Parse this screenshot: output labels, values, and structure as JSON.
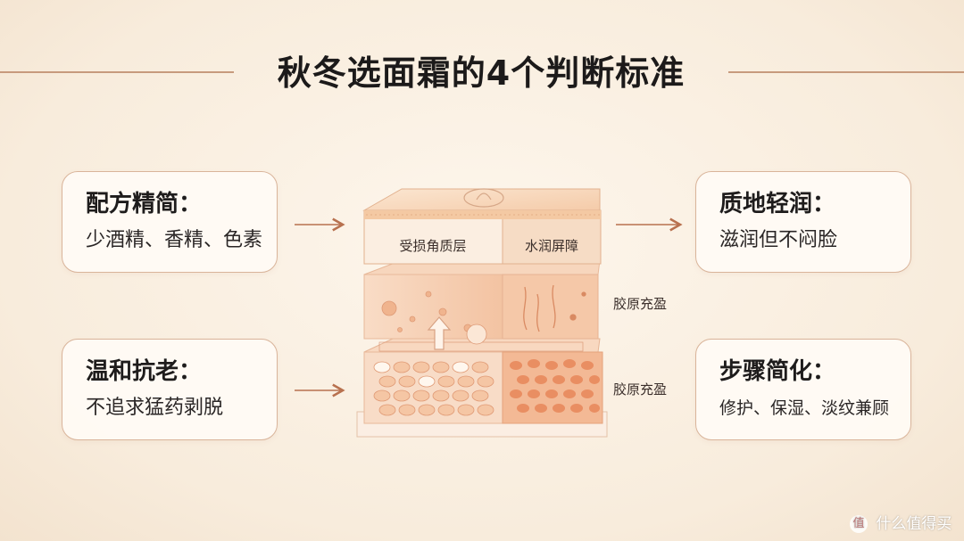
{
  "title": "秋冬选面霜的4个判断标准",
  "cards": {
    "tl": {
      "heading": "配方精简：",
      "body": "少酒精、香精、色素"
    },
    "bl": {
      "heading": "温和抗老：",
      "body": "不追求猛药剥脱"
    },
    "tr": {
      "heading": "质地轻润：",
      "body": "滋润但不闷脸"
    },
    "br": {
      "heading": "步骤简化：",
      "body": "修护、保湿、淡纹兼顾"
    }
  },
  "diagram": {
    "top_left_label": "受损角质层",
    "top_right_label": "水润屏障",
    "middle_label": "胶原充盈",
    "bottom_label": "胶原充盈"
  },
  "watermark": {
    "text": "什么值得买",
    "badge": "值"
  },
  "colors": {
    "accent_line": "#c79a7d",
    "arrow": "#b8714f",
    "layer_peach": "#f6c9a8",
    "layer_dark": "#e98e62",
    "card_border": "#d9b49a"
  }
}
